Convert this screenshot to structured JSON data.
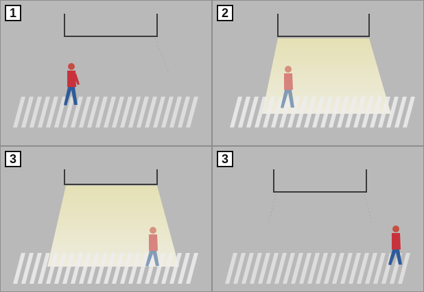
{
  "panels": [
    {
      "number": "1",
      "light_on": false,
      "person": "left-walking"
    },
    {
      "number": "2",
      "light_on": true,
      "person": "left-under-light"
    },
    {
      "number": "3",
      "light_on": true,
      "person": "right-under-light"
    },
    {
      "number": "3",
      "light_on": false,
      "person": "right-walking"
    }
  ],
  "colors": {
    "background": "#b9b9b9",
    "light_beam": "#e9e6c4",
    "crosswalk": "#e9e9e9",
    "fixture": "#3a3a3a",
    "person_shirt": "#c8323c",
    "person_pants": "#2e5c9a"
  }
}
